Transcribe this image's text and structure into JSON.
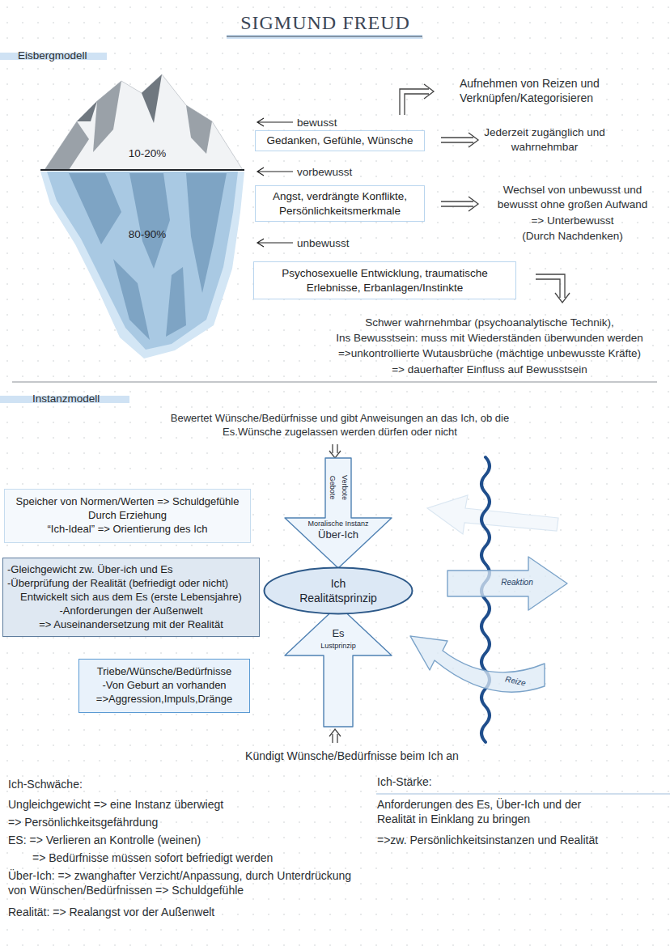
{
  "diagram": {
    "title": "SIGMUND FREUD",
    "nodes": [
      {
        "text": [
          "Gedanken, Gefühle, Wünsche"
        ]
      },
      {
        "text": [
          "Angst, verdrängte Konflikte, Persönlichkeitsmerkmale"
        ]
      },
      {
        "text": [
          "Psychosexuelle Entwicklung, traumatische Erlebnisse, Erbanlagen/Instinkte"
        ]
      },
      {
        "text": [
          "Speicher von Normen/Werten => Schuldgefühle",
          "Durch Erziehung",
          "“Ich-Ideal” => Orientierung des Ich"
        ]
      },
      {
        "text": [
          "Gebote",
          "Verbote",
          "Moralische Instanz",
          "Über-Ich"
        ]
      },
      {
        "text": [
          "-Gleichgewicht zw. Über-ich und Es",
          "-Überprüfung der Realität (befriedigt oder nicht)",
          "Entwickelt sich aus dem Es (erste Lebensjahre)",
          "-Anforderungen der Außenwelt",
          "=> Auseinandersetzung mit der Realität"
        ]
      },
      {
        "text": [
          "Ich",
          "Realitätsprinzip"
        ]
      },
      {
        "text": [
          "Reaktion"
        ]
      },
      {
        "text": [
          "Es",
          "Lustprinzip"
        ]
      },
      {
        "text": [
          "Triebe/Wünsche/Bedürfnisse",
          "-Von Geburt an vorhanden",
          "=>Aggression,Impuls,Dränge"
        ]
      },
      {
        "text": [
          "Reize"
        ]
      }
    ],
    "labels": [
      "Eisbergmodell",
      "10-20%",
      "80-90%",
      "bewusst",
      "Aufnehmen von Reizen und Verknüpfen/Kategorisieren",
      "Jederzeit zugänglich und wahrnehmbar",
      "vorbewusst",
      "Wechsel von unbewusst und bewusst ohne großen Aufwand",
      "=> Unterbewusst",
      "(Durch Nachdenken)",
      "unbewusst",
      "Schwer wahrnehmbar (psychoanalytische Technik),",
      "Ins Bewusstsein: muss mit Wiederständen überwunden werden",
      "=>unkontrollierte Wutausbrüche (mächtige unbewusste Kräfte)",
      "=> dauerhafter Einfluss auf Bewusstsein",
      "Instanzmodell",
      "Bewertet Wünsche/Bedürfnisse und gibt Anweisungen an das Ich, ob die Es.Wünsche zugelassen werden dürfen oder nicht",
      "Kündigt Wünsche/Bedürfnisse beim Ich an",
      "Ich-Schwäche:",
      "Ungleichgewicht => eine Instanz überwiegt",
      "=> Persönlichkeitsgefährdung",
      "ES: => Verlieren an Kontrolle (weinen)",
      "=> Bedürfnisse müssen sofort befriedigt werden",
      "Über-Ich: => zwanghafter Verzicht/Anpassung, durch Unterdrückung von Wünschen/Bedürfnissen => Schuldgefühle",
      "Realität: => Realangst vor der Außenwelt",
      "Ich-Stärke:",
      "Anforderungen des Es, Über-Ich und der Realität in Einklang zu bringen",
      "=>zw. Persönlichkeitsinstanzen und Realität"
    ]
  }
}
